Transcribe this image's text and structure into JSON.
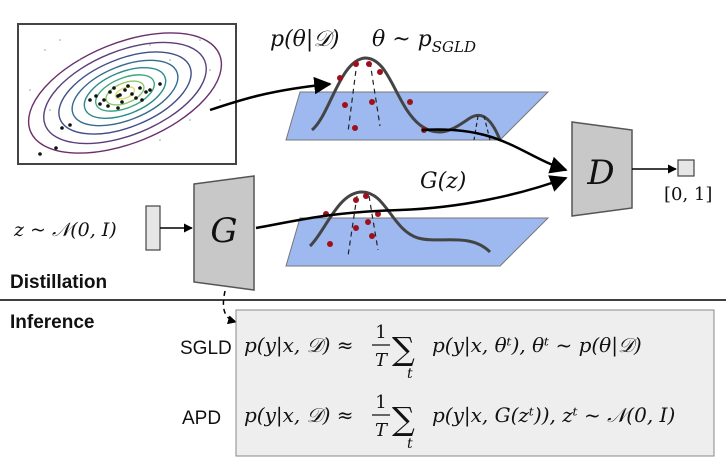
{
  "labels": {
    "posterior": "p(θ|𝒟)",
    "sgld_sample": "θ ~ p",
    "sgld_sub": "SGLD",
    "generator_out": "G(z)",
    "generator": "G",
    "discriminator": "D",
    "disc_range": "[0, 1]",
    "noise": "z ~ 𝒩(0, I)",
    "distillation": "Distillation",
    "inference": "Inference"
  },
  "inference": {
    "sgld": {
      "method": "SGLD",
      "lhs": "p(y|x, 𝒟) ≈",
      "frac_num": "1",
      "frac_den": "T",
      "sum": "∑",
      "sum_sub": "t",
      "rhs": "p(y|x, θᵗ), θᵗ ~ p(θ|𝒟)"
    },
    "apd": {
      "method": "APD",
      "lhs": "p(y|x, 𝒟) ≈",
      "frac_num": "1",
      "frac_den": "T",
      "sum": "∑",
      "sum_sub": "t",
      "rhs": "p(y|x, G(zᵗ)), zᵗ ~ 𝒩(0, I)"
    }
  },
  "colors": {
    "plane": "#9db9ef",
    "box": "#c8c8c8",
    "formula_panel": "#eeeeee",
    "sample": "#a0101a",
    "curve": "#444444"
  }
}
